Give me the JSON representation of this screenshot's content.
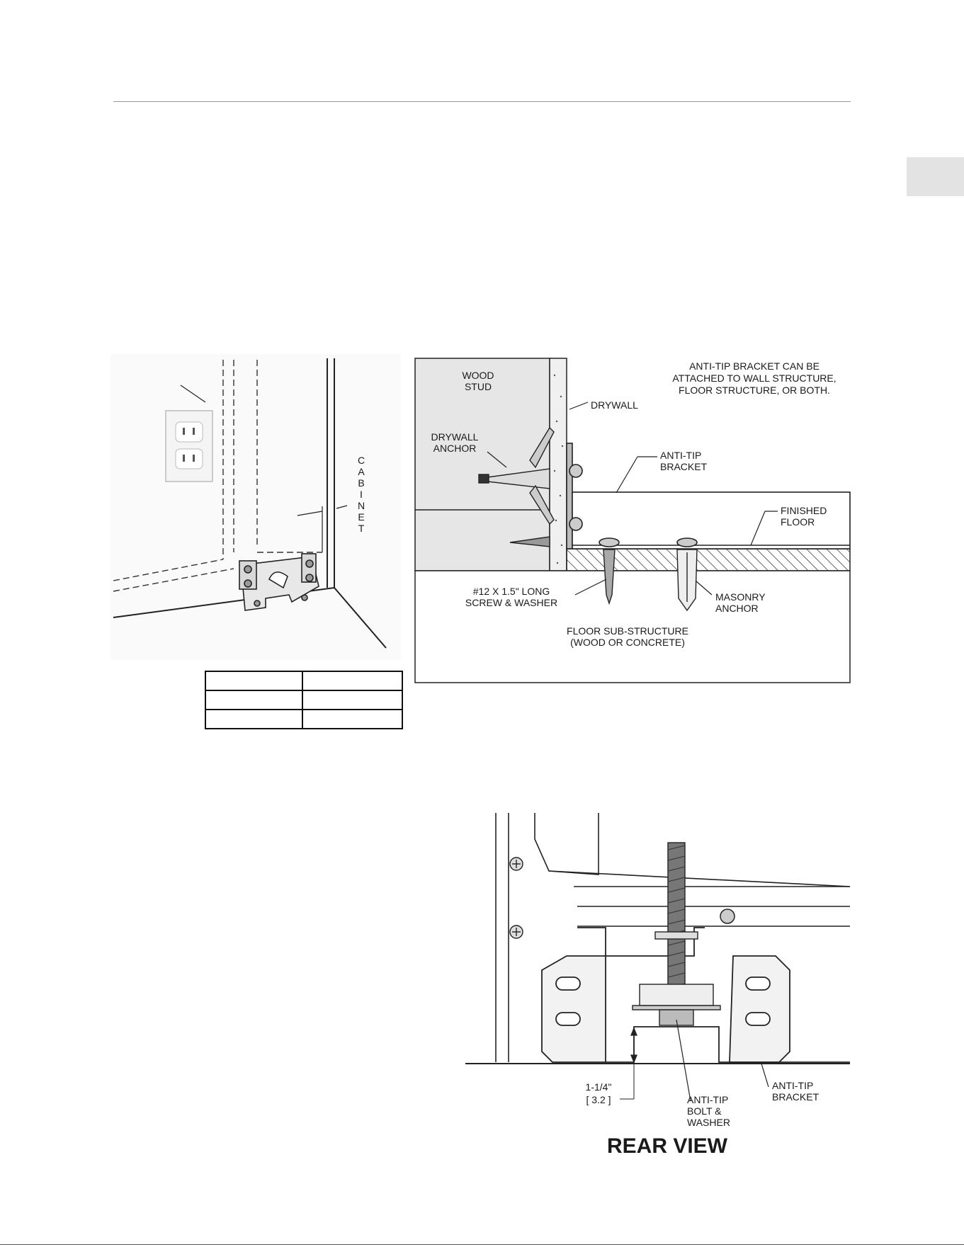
{
  "labels": {
    "cabinet_letters": [
      "C",
      "A",
      "B",
      "I",
      "N",
      "E",
      "T"
    ],
    "wood_stud": [
      "WOOD",
      "STUD"
    ],
    "drywall": "DRYWALL",
    "drywall_anchor": [
      "DRYWALL",
      "ANCHOR"
    ],
    "bracket_note": [
      "ANTI-TIP BRACKET CAN BE",
      "ATTACHED TO WALL STRUCTURE,",
      "FLOOR STRUCTURE, OR BOTH."
    ],
    "anti_tip_bracket": [
      "ANTI-TIP",
      "BRACKET"
    ],
    "finished_floor": [
      "FINISHED",
      "FLOOR"
    ],
    "screw": [
      "#12 X 1.5\" LONG",
      "SCREW & WASHER"
    ],
    "masonry_anchor": [
      "MASONRY",
      "ANCHOR"
    ],
    "floor_sub": [
      "FLOOR SUB-STRUCTURE",
      "(WOOD OR CONCRETE)"
    ],
    "dimension": [
      "1-1/4\"",
      "[ 3.2 ]"
    ],
    "bolt": [
      "ANTI-TIP",
      "BOLT &",
      "WASHER"
    ],
    "rear_bracket": [
      "ANTI-TIP",
      "BRACKET"
    ],
    "rear_view": "REAR VIEW"
  },
  "colors": {
    "ink": "#1a1a1a",
    "stud_fill": "#e6e6e6",
    "tab_fill": "#e3e3e3"
  },
  "table": {
    "rows": [
      [
        "",
        ""
      ],
      [
        "",
        ""
      ],
      [
        "",
        ""
      ]
    ]
  }
}
